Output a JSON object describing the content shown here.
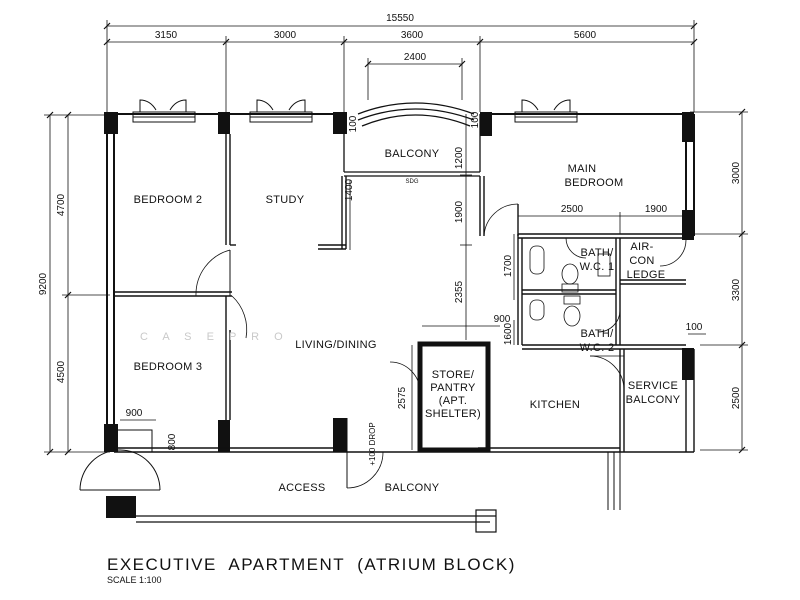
{
  "drawing": {
    "title": "EXECUTIVE  APARTMENT  (ATRIUM BLOCK)",
    "scale": "SCALE 1:100",
    "watermark": "C A S E P R O"
  },
  "dimensions": {
    "overall": "15550",
    "top_segments": [
      "3150",
      "3000",
      "3600",
      "5600"
    ],
    "balcony_width": "2400",
    "balcony_side_left": "100",
    "balcony_side_right": "100",
    "left_total": "9200",
    "left_upper": "4700",
    "left_lower": "4500",
    "right_upper": "3000",
    "right_middle": "3300",
    "right_lower": "2500",
    "bath_width": "2500",
    "aircon_width": "1900",
    "corridor_upper": "1900",
    "corridor_lower": "2355",
    "bath_height": "1700",
    "bath2_height": "1600",
    "store_width": "900",
    "store_height": "2575",
    "study_wall": "1400",
    "balcony_depth": "1200",
    "bedroom_small": "900",
    "bedroom_small_v": "800",
    "service_small": "100",
    "door_note": "+100 DROP",
    "balcony_note": "SDG"
  },
  "rooms": {
    "bedroom2": "BEDROOM 2",
    "study": "STUDY",
    "balcony": "BALCONY",
    "main_bedroom_1": "MAIN",
    "main_bedroom_2": "BEDROOM",
    "bath1_1": "BATH/",
    "bath1_2": "W.C. 1",
    "aircon_1": "AIR-",
    "aircon_2": "CON",
    "aircon_3": "LEDGE",
    "living": "LIVING/DINING",
    "bedroom3": "BEDROOM 3",
    "bath2_1": "BATH/",
    "bath2_2": "W.C. 2",
    "store_1": "STORE/",
    "store_2": "PANTRY",
    "store_3": "(APT.",
    "store_4": "SHELTER)",
    "kitchen": "KITCHEN",
    "service_1": "SERVICE",
    "service_2": "BALCONY",
    "access": "ACCESS",
    "access_balcony": "BALCONY"
  }
}
